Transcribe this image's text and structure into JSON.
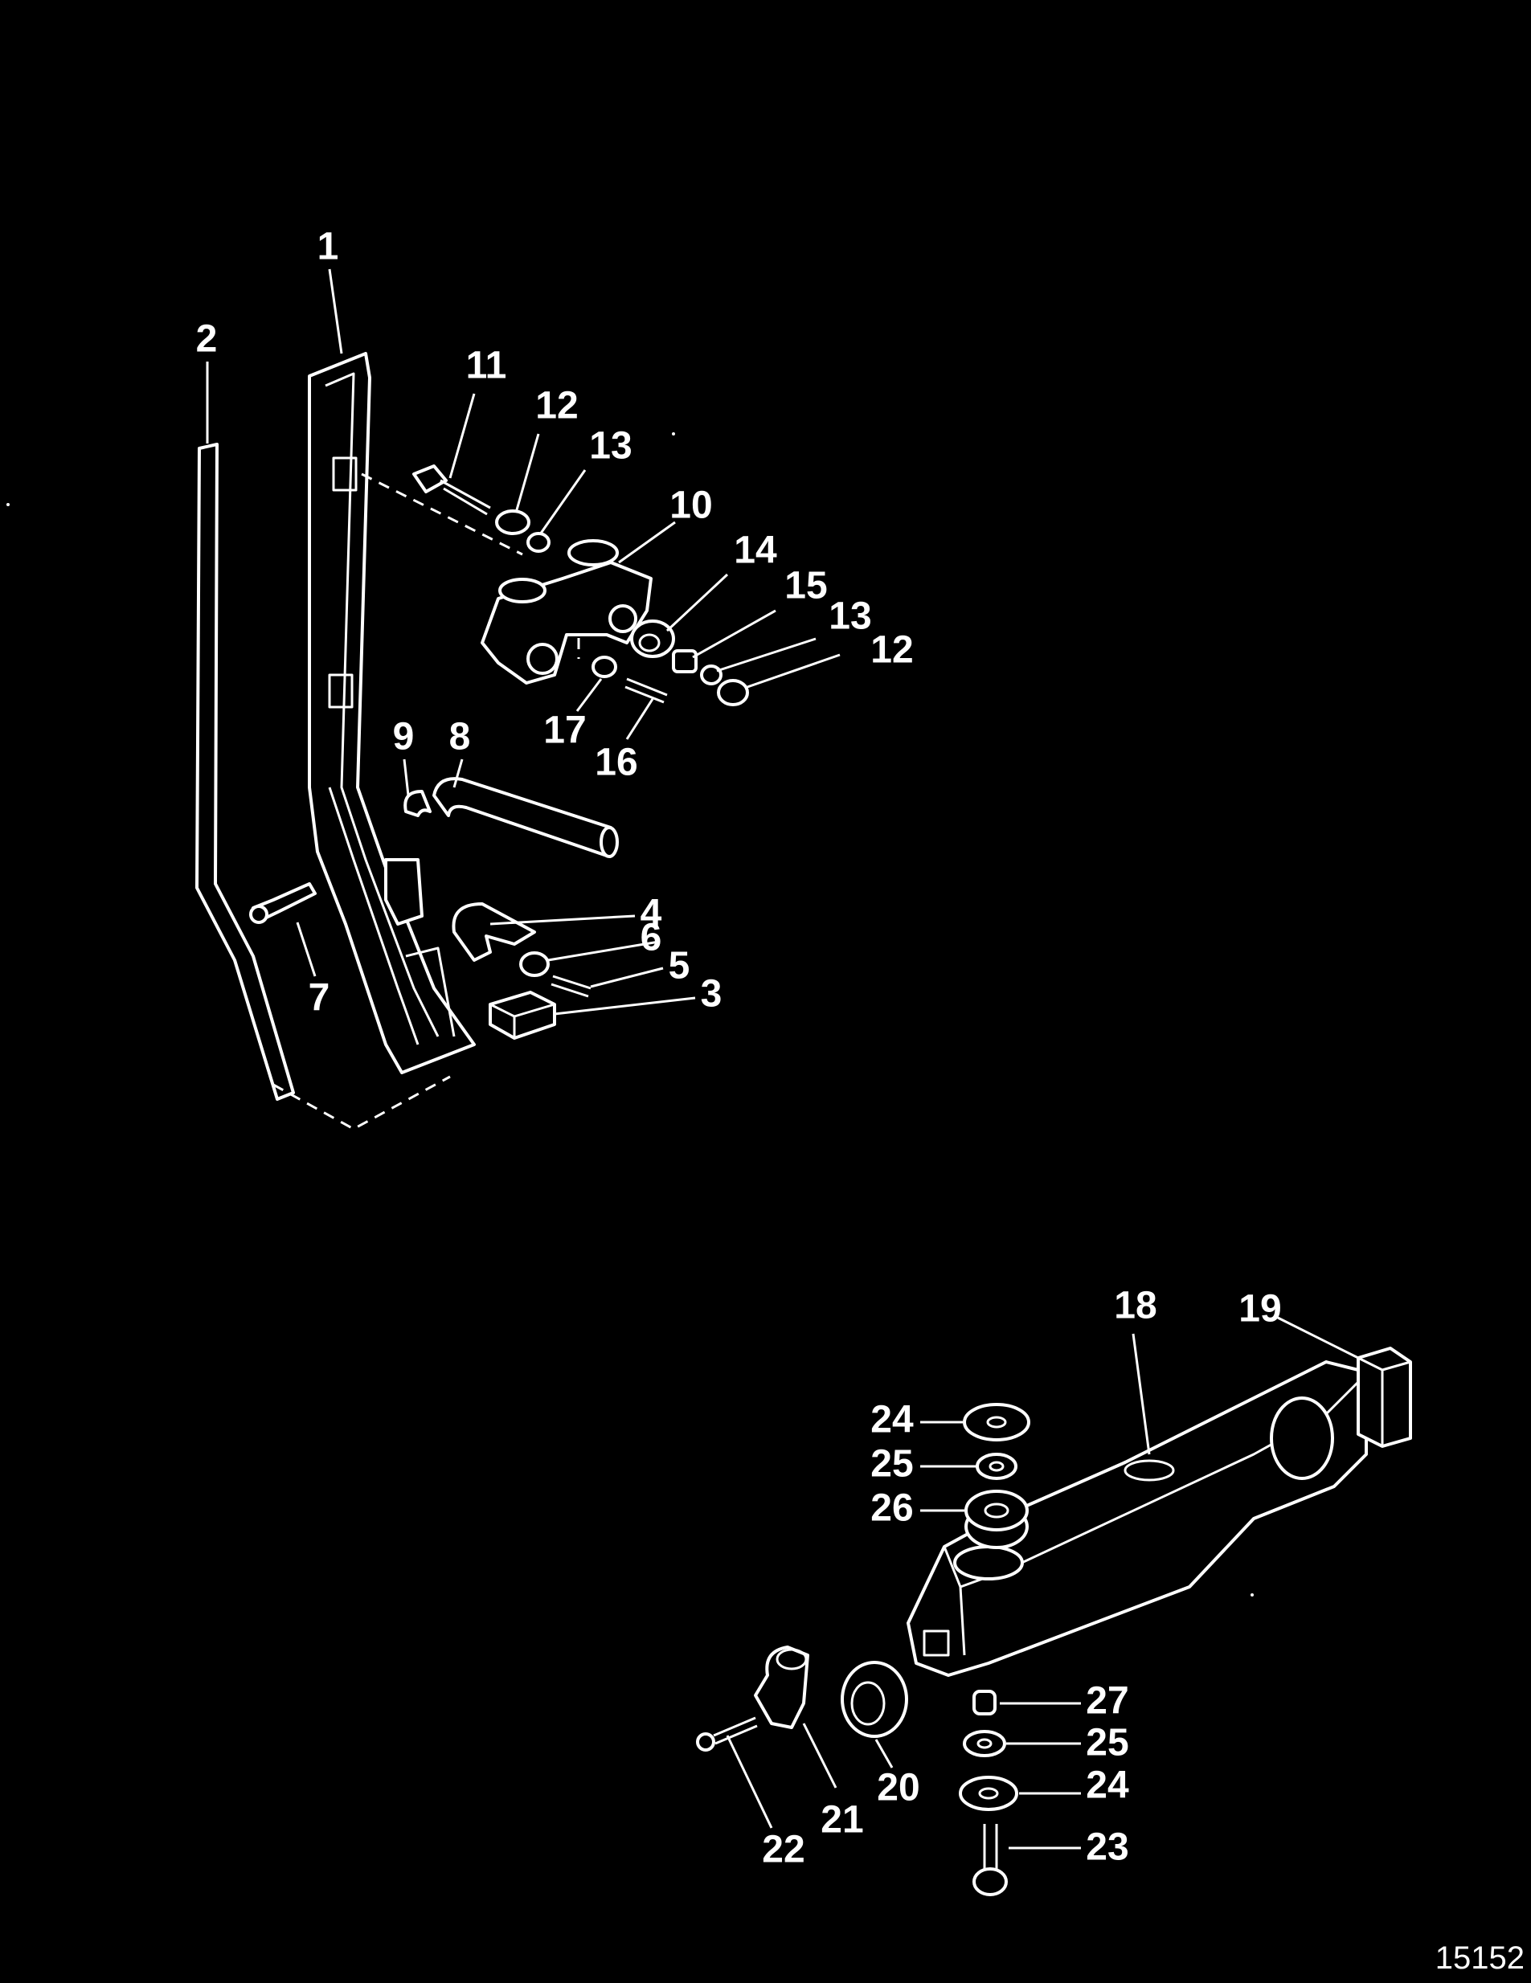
{
  "figure_id": "15152",
  "callouts": {
    "c1": "1",
    "c2": "2",
    "c3": "3",
    "c4": "4",
    "c5": "5",
    "c6": "6",
    "c7": "7",
    "c8": "8",
    "c9": "9",
    "c10": "10",
    "c11": "11",
    "c12a": "12",
    "c12b": "12",
    "c13a": "13",
    "c13b": "13",
    "c14": "14",
    "c15": "15",
    "c16": "16",
    "c17": "17",
    "c18": "18",
    "c19": "19",
    "c20": "20",
    "c21": "21",
    "c22": "22",
    "c23": "23",
    "c24a": "24",
    "c24b": "24",
    "c25a": "25",
    "c25b": "25",
    "c26": "26",
    "c27": "27"
  },
  "colors": {
    "background": "#000000",
    "ink": "#ffffff"
  }
}
